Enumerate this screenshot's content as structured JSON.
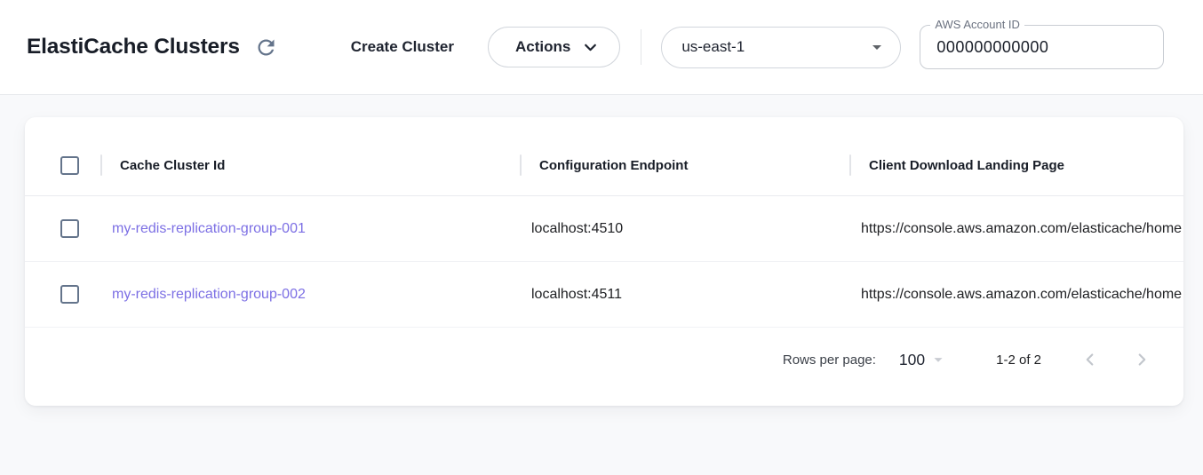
{
  "header": {
    "title": "ElastiCache Clusters",
    "create_cluster_label": "Create Cluster",
    "actions_label": "Actions",
    "region_value": "us-east-1",
    "account_id_label": "AWS Account ID",
    "account_id_value": "000000000000"
  },
  "table": {
    "columns": [
      "Cache Cluster Id",
      "Configuration Endpoint",
      "Client Download Landing Page"
    ],
    "rows": [
      {
        "id": "my-redis-replication-group-001",
        "endpoint": "localhost:4510",
        "landing_page": "https://console.aws.amazon.com/elasticache/home"
      },
      {
        "id": "my-redis-replication-group-002",
        "endpoint": "localhost:4511",
        "landing_page": "https://console.aws.amazon.com/elasticache/home"
      }
    ]
  },
  "pagination": {
    "rows_per_page_label": "Rows per page:",
    "rows_per_page_value": "100",
    "range_label": "1-2 of 2"
  },
  "colors": {
    "link_purple": "#7C6FE4",
    "icon_slate": "#64748B",
    "disabled_gray": "#C2C6CC",
    "page_background": "#F8F9FB",
    "card_background": "#FFFFFF"
  }
}
